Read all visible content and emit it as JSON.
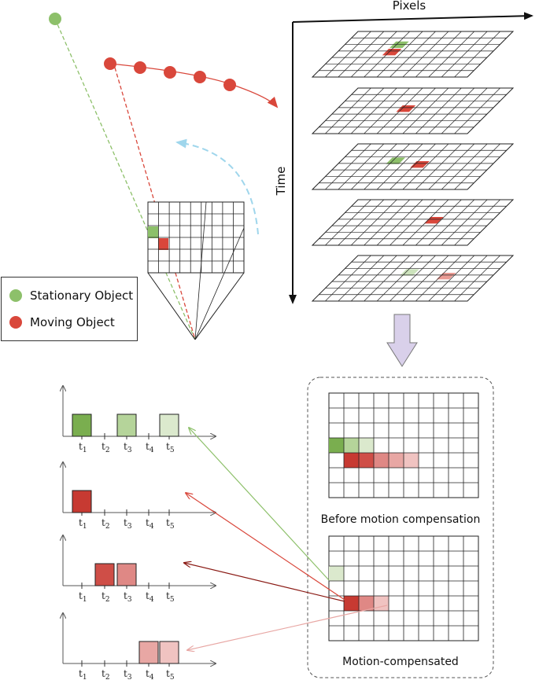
{
  "axes": {
    "x_label": "Pixels",
    "y_label": "Time"
  },
  "legend": {
    "items": [
      {
        "label": "Stationary Object",
        "color": "#8dc06a"
      },
      {
        "label": "Moving Object",
        "color": "#d9473b"
      }
    ]
  },
  "panels": {
    "before_label": "Before motion compensation",
    "after_label": "Motion-compensated"
  },
  "timelines": {
    "ticks": [
      "t1",
      "t2",
      "t3",
      "t4",
      "t5"
    ],
    "rows": [
      {
        "name": "stationary-pixel",
        "pulses": [
          1,
          3,
          5
        ],
        "colors": [
          "#7aae4f",
          "#b5d49a",
          "#dbe9cd"
        ]
      },
      {
        "name": "moving-pixel-1",
        "pulses": [
          1
        ],
        "colors": [
          "#c73a32"
        ]
      },
      {
        "name": "moving-pixel-2",
        "pulses": [
          2,
          3
        ],
        "colors": [
          "#cf4e47",
          "#df8885"
        ]
      },
      {
        "name": "moving-pixel-3",
        "pulses": [
          4,
          5
        ],
        "colors": [
          "#e8a7a4",
          "#f0c3c1"
        ]
      }
    ]
  },
  "colors": {
    "stationary": "#8dc06a",
    "moving": "#d9473b",
    "motion_arrow": "#e06b4d",
    "camera_rotation": "#9fd6ec",
    "download_arrow": "#d9d0ea"
  }
}
